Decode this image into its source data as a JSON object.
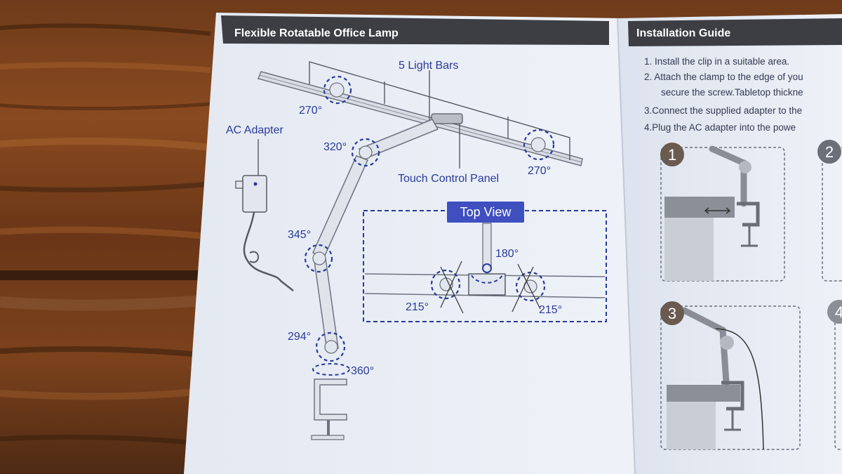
{
  "left_page": {
    "title": "Flexible Rotatable Office Lamp",
    "labels": {
      "light_bars": "5 Light Bars",
      "ac_adapter": "AC Adapter",
      "touch_panel": "Touch Control Panel",
      "top_view": "Top View"
    },
    "angles": {
      "bar_left": "270°",
      "bar_right": "270°",
      "elbow_top": "320°",
      "elbow_mid": "345°",
      "elbow_low": "294°",
      "base_swivel": "360°",
      "top_center": "180°",
      "top_left": "215°",
      "top_right": "215°"
    }
  },
  "right_page": {
    "title": "Installation Guide",
    "steps": [
      "1. Install the clip in a suitable area.",
      "2. Attach the clamp to the edge of you",
      "secure the screw.Tabletop thickne",
      "3.Connect the supplied adapter to the",
      "4.Plug the AC adapter into the powe"
    ],
    "step_numbers": [
      "1",
      "2",
      "3",
      "4"
    ]
  },
  "colors": {
    "wood": "#6b3a1c",
    "paper": "#e9eef6",
    "title_bar": "#3d3d44",
    "diagram_blue": "#2a3a9a",
    "badge_blue": "#3f4fc0",
    "line_gray": "#7b7e88"
  }
}
